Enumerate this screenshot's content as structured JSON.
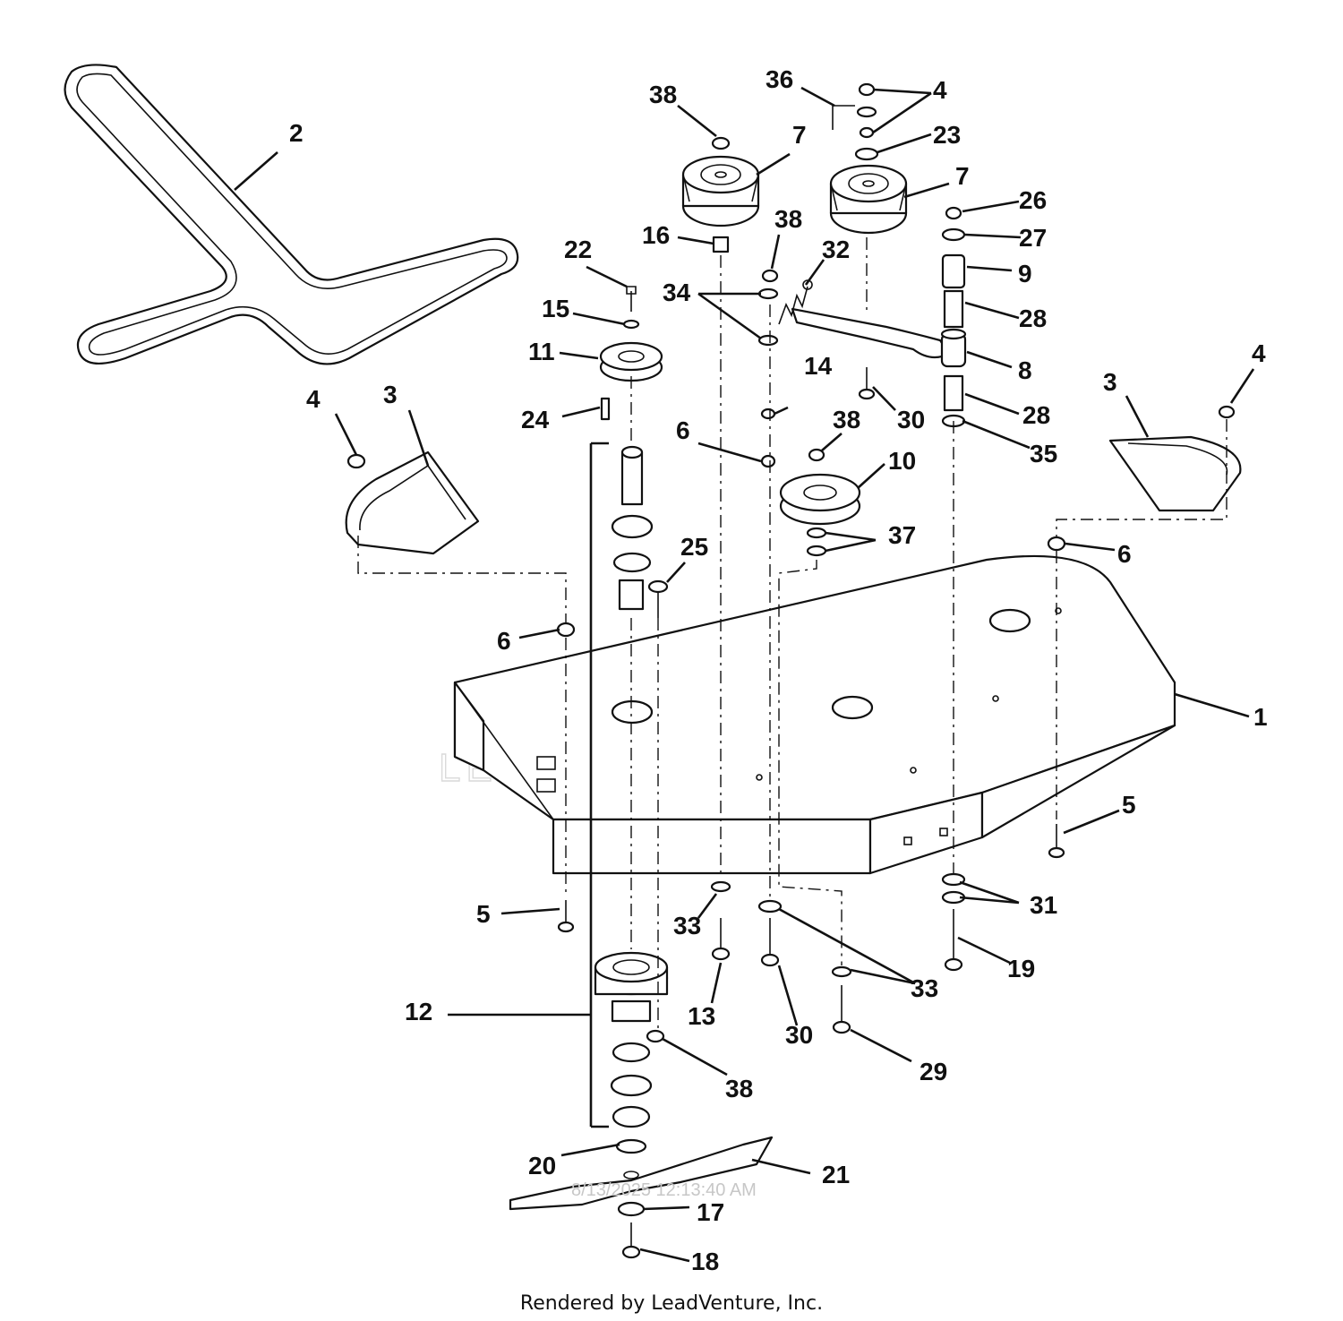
{
  "watermark_text": "LEADVENTURE",
  "timestamp": "8/13/2025 12:13:40 AM",
  "footer": "Rendered by LeadVenture, Inc.",
  "callouts": {
    "c1": "1",
    "c2": "2",
    "c3a": "3",
    "c3b": "3",
    "c4a": "4",
    "c4b": "4",
    "c4c": "4",
    "c5a": "5",
    "c5b": "5",
    "c6a": "6",
    "c6b": "6",
    "c6c": "6",
    "c7a": "7",
    "c7b": "7",
    "c8": "8",
    "c9": "9",
    "c10": "10",
    "c11": "11",
    "c12": "12",
    "c13": "13",
    "c14": "14",
    "c15": "15",
    "c16": "16",
    "c17": "17",
    "c18": "18",
    "c19": "19",
    "c20": "20",
    "c21": "21",
    "c22": "22",
    "c23": "23",
    "c24": "24",
    "c25": "25",
    "c26": "26",
    "c27": "27",
    "c28a": "28",
    "c28b": "28",
    "c29": "29",
    "c30a": "30",
    "c30b": "30",
    "c31": "31",
    "c32": "32",
    "c33a": "33",
    "c33b": "33",
    "c34": "34",
    "c35": "35",
    "c36": "36",
    "c37": "37",
    "c38a": "38",
    "c38b": "38",
    "c38c": "38",
    "c38d": "38"
  }
}
